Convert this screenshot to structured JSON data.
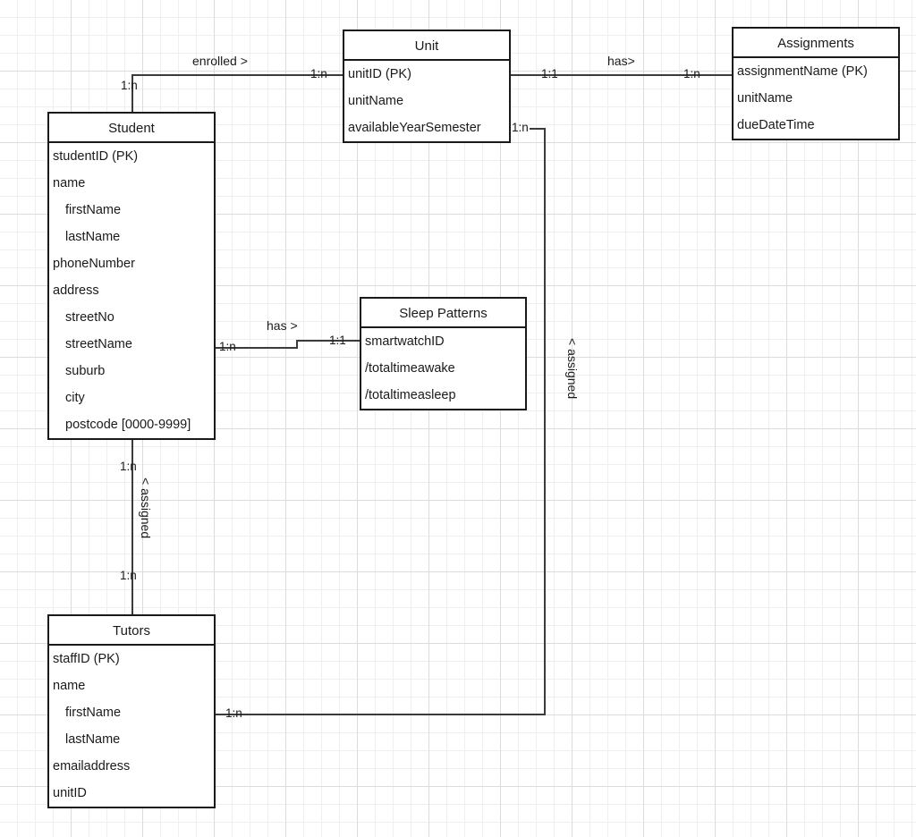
{
  "diagram": {
    "type": "entity-relationship-diagram",
    "background": "graph-paper-grid",
    "grid_color_minor": "#efefef",
    "grid_color_major": "#dcdcdc",
    "line_color": "#3b3b3b",
    "box_border_color": "#1a1a1a"
  },
  "entities": [
    {
      "id": "student",
      "title": "Student",
      "attributes": [
        {
          "label": "studentID (PK)",
          "indent": false
        },
        {
          "label": "name",
          "indent": false
        },
        {
          "label": "firstName",
          "indent": true
        },
        {
          "label": "lastName",
          "indent": true
        },
        {
          "label": "phoneNumber",
          "indent": false
        },
        {
          "label": "address",
          "indent": false
        },
        {
          "label": "streetNo",
          "indent": true
        },
        {
          "label": "streetName",
          "indent": true
        },
        {
          "label": "suburb",
          "indent": true
        },
        {
          "label": "city",
          "indent": true
        },
        {
          "label": "postcode [0000-9999]",
          "indent": true
        }
      ]
    },
    {
      "id": "unit",
      "title": "Unit",
      "attributes": [
        {
          "label": "unitID (PK)",
          "indent": false
        },
        {
          "label": "unitName",
          "indent": false
        },
        {
          "label": "availableYearSemester",
          "indent": false
        }
      ]
    },
    {
      "id": "assignments",
      "title": "Assignments",
      "attributes": [
        {
          "label": "assignmentName (PK)",
          "indent": false
        },
        {
          "label": "unitName",
          "indent": false
        },
        {
          "label": "dueDateTime",
          "indent": false
        }
      ]
    },
    {
      "id": "sleep_patterns",
      "title": "Sleep Patterns",
      "attributes": [
        {
          "label": "smartwatchID",
          "indent": false
        },
        {
          "label": "/totaltimeawake",
          "indent": false
        },
        {
          "label": "/totaltimeasleep",
          "indent": false
        }
      ]
    },
    {
      "id": "tutors",
      "title": "Tutors",
      "attributes": [
        {
          "label": "staffID (PK)",
          "indent": false
        },
        {
          "label": "name",
          "indent": false
        },
        {
          "label": "firstName",
          "indent": true
        },
        {
          "label": "lastName",
          "indent": true
        },
        {
          "label": "emailaddress",
          "indent": false
        },
        {
          "label": "unitID",
          "indent": false
        }
      ]
    }
  ],
  "relationships": [
    {
      "id": "student_enrolled_unit",
      "label": "enrolled >",
      "from": "student",
      "to": "unit",
      "from_cardinality": "1:n",
      "to_cardinality": "1:n",
      "orientation": "horizontal"
    },
    {
      "id": "unit_has_assignments",
      "label": "has>",
      "from": "unit",
      "to": "assignments",
      "from_cardinality": "1:1",
      "to_cardinality": "1:n",
      "orientation": "horizontal"
    },
    {
      "id": "student_has_sleep_patterns",
      "label": "has >",
      "from": "student",
      "to": "sleep_patterns",
      "from_cardinality": "1:n",
      "to_cardinality": "1:1",
      "orientation": "horizontal"
    },
    {
      "id": "student_assigned_tutors",
      "label": "< assigned",
      "from": "student",
      "to": "tutors",
      "from_cardinality": "1:n",
      "to_cardinality": "1:n",
      "orientation": "vertical"
    },
    {
      "id": "unit_assigned_tutors",
      "label": "< assigned",
      "from": "unit",
      "to": "tutors",
      "from_cardinality": "1:n",
      "to_cardinality": "1:n",
      "orientation": "vertical"
    }
  ]
}
